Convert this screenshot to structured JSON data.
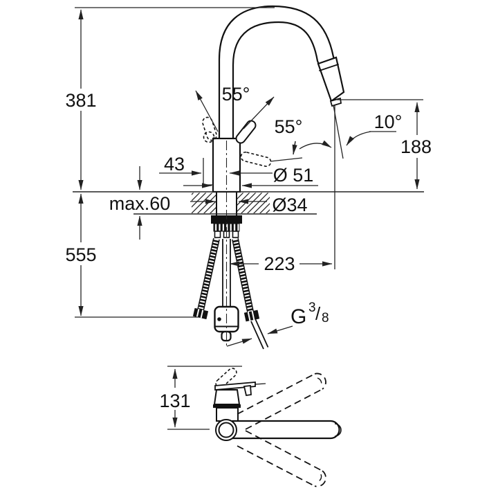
{
  "drawing": {
    "kind": "faucet-installation-dimension-drawing",
    "colors": {
      "line": "#111111",
      "dim": "#222222",
      "background": "#ffffff"
    },
    "dimensions": {
      "spout_height_above_deck": "381",
      "supply_length_below_deck": "555",
      "deck_thickness_max": "max.60",
      "handle_offset": "43",
      "body_diameter": "Ø 51",
      "hole_diameter": "Ø34",
      "handle_swivel_angle": "55°",
      "spray_head_angle": "55°",
      "spray_tilt_angle": "10°",
      "outlet_height": "188",
      "spout_reach": "223",
      "lever_clearance_height": "131",
      "thread": {
        "prefix": "G",
        "numerator": "3",
        "slash": "/",
        "denominator": "8"
      }
    }
  }
}
